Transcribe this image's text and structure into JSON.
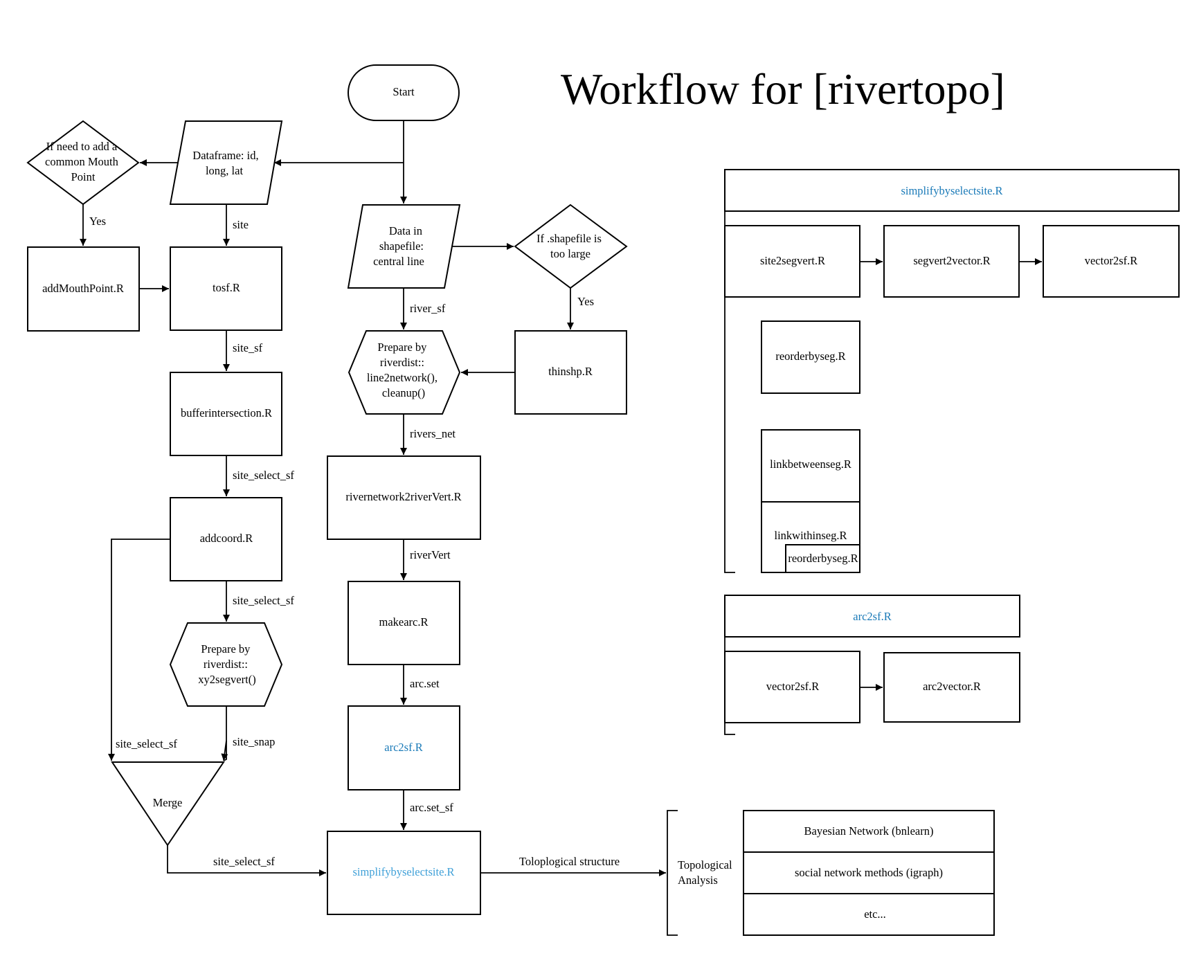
{
  "title": "Workflow for [rivertopo]",
  "colors": {
    "link_blue": "#1a7ab8",
    "light_blue": "#3fa0d8",
    "stroke": "#000000"
  },
  "nodes": {
    "start": "Start",
    "mouth_decision": [
      "If need to add a",
      "common Mouth",
      "Point"
    ],
    "dataframe": [
      "Dataframe: id,",
      "long, lat"
    ],
    "shapefile_data": [
      "Data in",
      "shapefile:",
      "central line"
    ],
    "shapefile_decision": [
      "If .shapefile is",
      "too large"
    ],
    "addmouthpoint": "addMouthPoint.R",
    "tosf": "tosf.R",
    "prepare_network": [
      "Prepare by",
      "riverdist::",
      "line2network(),",
      "cleanup()"
    ],
    "thinshp": "thinshp.R",
    "bufferintersection": "bufferintersection.R",
    "rivernetwork2riververt": "rivernetwork2riverVert.R",
    "addcoord": "addcoord.R",
    "makearc": "makearc.R",
    "prepare_snap": [
      "Prepare by",
      "riverdist::",
      "xy2segvert()"
    ],
    "arc2sf": "arc2sf.R",
    "merge": "Merge",
    "simplifybyselectsite": "simplifybyselectsite.R",
    "topological_analysis": [
      "Topological",
      "Analysis"
    ]
  },
  "edges": {
    "yes_mouth": "Yes",
    "site": "site",
    "river_sf": "river_sf",
    "yes_shapefile": "Yes",
    "site_sf": "site_sf",
    "rivers_net": "rivers_net",
    "site_select_sf_1": "site_select_sf",
    "riververt": "riverVert",
    "site_select_sf_2": "site_select_sf",
    "arc_set": "arc.set",
    "site_select_sf_left": "site_select_sf",
    "site_snap": "site_snap",
    "arc_set_sf": "arc.set_sf",
    "site_select_sf_merge": "site_select_sf",
    "topological_structure": "Toloplogical structure"
  },
  "panels": {
    "simplify": {
      "header": "simplifybyselectsite.R",
      "steps": [
        "site2segvert.R",
        "segvert2vector.R",
        "vector2sf.R"
      ],
      "reorder": "reorderbyseg.R",
      "link_between": "linkbetweenseg.R",
      "link_within": "linkwithinseg.R",
      "reorder_inner": "reorderbyseg.R"
    },
    "arc2sf": {
      "header": "arc2sf.R",
      "steps": [
        "vector2sf.R",
        "arc2vector.R"
      ]
    },
    "analysis_methods": [
      "Bayesian Network (bnlearn)",
      "social network methods (igraph)",
      "etc..."
    ]
  }
}
